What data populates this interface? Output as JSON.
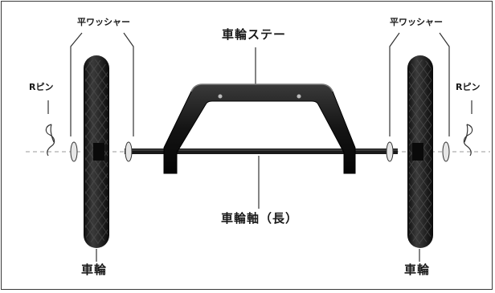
{
  "labels": {
    "washer_left": "平ワッシャー",
    "washer_right": "平ワッシャー",
    "stay": "車輪ステー",
    "rpin_left": "Rピン",
    "rpin_right": "Rピン",
    "axle": "車輪軸（長）",
    "wheel_left": "車輪",
    "wheel_right": "車輪"
  },
  "colors": {
    "line": "#333333",
    "tire": "#1c1c1c",
    "stay": "#141414",
    "axle": "#111111",
    "centerline": "#9a9a9a"
  }
}
